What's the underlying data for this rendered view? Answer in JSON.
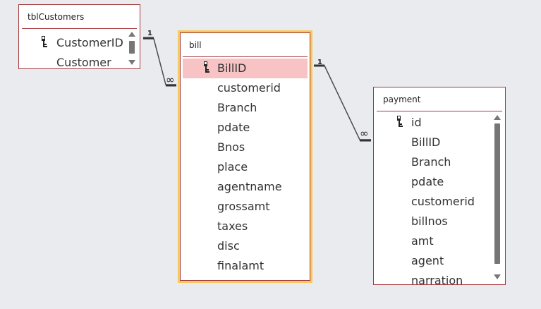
{
  "tables": {
    "tblCustomers": {
      "title": "tblCustomers",
      "fields": [
        {
          "label": "CustomerID",
          "is_key": true
        },
        {
          "label": "Customer",
          "is_key": false
        }
      ]
    },
    "bill": {
      "title": "bill",
      "selected_field": "BillID",
      "fields": [
        {
          "label": "BillID",
          "is_key": true
        },
        {
          "label": "customerid",
          "is_key": false
        },
        {
          "label": "Branch",
          "is_key": false
        },
        {
          "label": "pdate",
          "is_key": false
        },
        {
          "label": "Bnos",
          "is_key": false
        },
        {
          "label": "place",
          "is_key": false
        },
        {
          "label": "agentname",
          "is_key": false
        },
        {
          "label": "grossamt",
          "is_key": false
        },
        {
          "label": "taxes",
          "is_key": false
        },
        {
          "label": "disc",
          "is_key": false
        },
        {
          "label": "finalamt",
          "is_key": false
        }
      ]
    },
    "payment": {
      "title": "payment",
      "fields": [
        {
          "label": "id",
          "is_key": true
        },
        {
          "label": "BillID",
          "is_key": false
        },
        {
          "label": "Branch",
          "is_key": false
        },
        {
          "label": "pdate",
          "is_key": false
        },
        {
          "label": "customerid",
          "is_key": false
        },
        {
          "label": "billnos",
          "is_key": false
        },
        {
          "label": "amt",
          "is_key": false
        },
        {
          "label": "agent",
          "is_key": false
        },
        {
          "label": "narration",
          "is_key": false
        }
      ]
    }
  },
  "relationships": [
    {
      "one_side": "1",
      "many_side": "∞"
    },
    {
      "one_side": "1",
      "many_side": "∞"
    }
  ],
  "icons": {
    "key": "key-icon",
    "scroll_up": "chevron-up-icon",
    "scroll_down": "chevron-down-icon"
  },
  "colors": {
    "canvas": "#e9ebee",
    "table_border": "#a4373a",
    "selected_table_border": "#f6c95d",
    "selected_field": "#f7c3c4",
    "scroll_thumb": "#767676"
  }
}
